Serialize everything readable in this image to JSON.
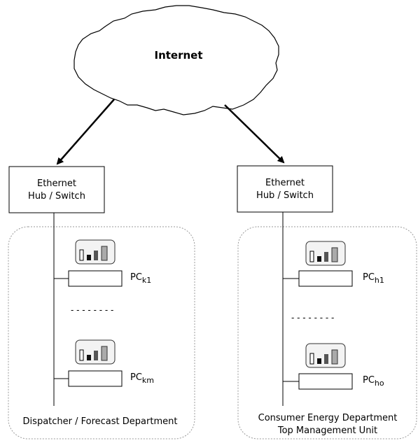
{
  "cloud": {
    "label": "Internet"
  },
  "hubs": [
    {
      "line1": "Ethernet",
      "line2": "Hub / Switch"
    },
    {
      "line1": "Ethernet",
      "line2": "Hub / Switch"
    }
  ],
  "departments": [
    {
      "name_line1": "Dispatcher / Forecast Department",
      "name_line2": "",
      "pcs": [
        {
          "base": "PC",
          "sub": "k1"
        },
        {
          "base": "PC",
          "sub": "km"
        }
      ],
      "separator": "- - - - - - - -"
    },
    {
      "name_line1": "Consumer Energy Department",
      "name_line2": "Top Management Unit",
      "pcs": [
        {
          "base": "PC",
          "sub": "h1"
        },
        {
          "base": "PC",
          "sub": "ho"
        }
      ],
      "separator": "- - - - - - - -"
    }
  ]
}
